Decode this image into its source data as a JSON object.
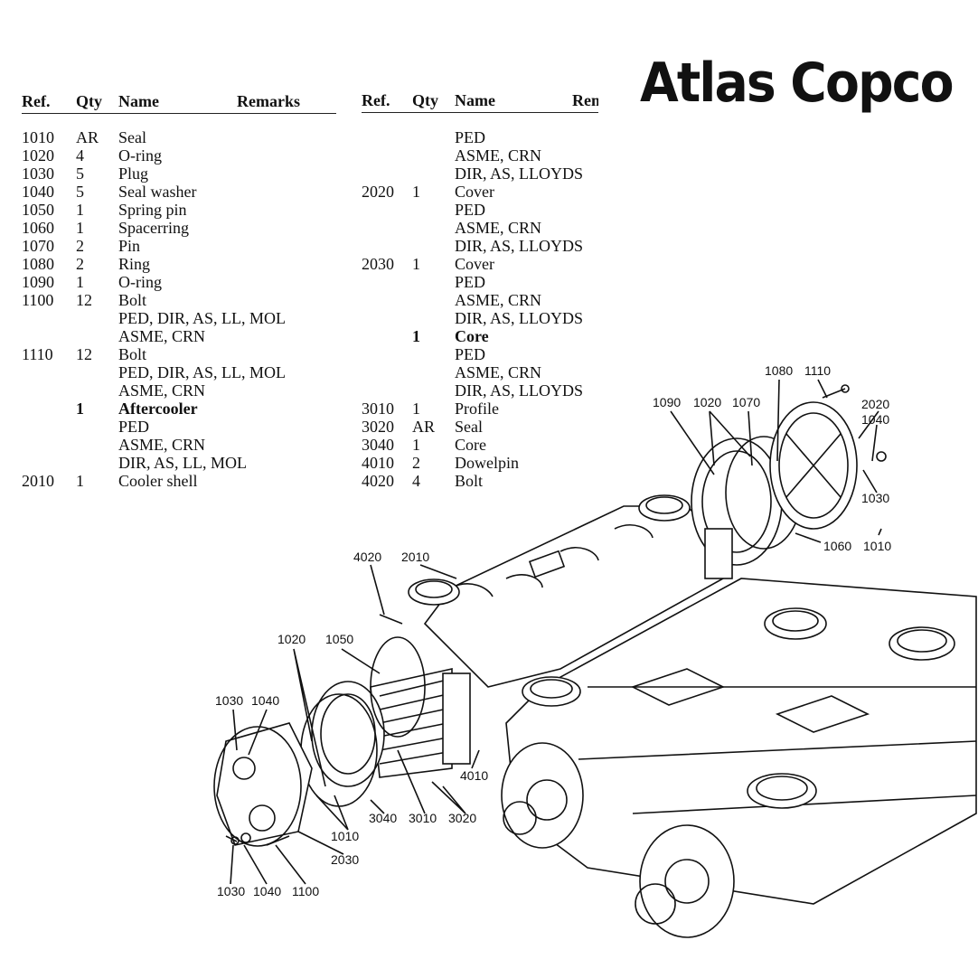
{
  "brand": "Atlas Copco",
  "table_left": {
    "headers": {
      "ref": "Ref.",
      "qty": "Qty",
      "name": "Name",
      "remarks": "Remarks"
    },
    "rows": [
      {
        "ref": "1010",
        "qty": "AR",
        "name": "Seal"
      },
      {
        "ref": "1020",
        "qty": "4",
        "name": "O-ring"
      },
      {
        "ref": "1030",
        "qty": "5",
        "name": "Plug"
      },
      {
        "ref": "1040",
        "qty": "5",
        "name": "Seal washer"
      },
      {
        "ref": "1050",
        "qty": "1",
        "name": "Spring pin"
      },
      {
        "ref": "1060",
        "qty": "1",
        "name": "Spacerring"
      },
      {
        "ref": "1070",
        "qty": "2",
        "name": "Pin"
      },
      {
        "ref": "1080",
        "qty": "2",
        "name": "Ring"
      },
      {
        "ref": "1090",
        "qty": "1",
        "name": "O-ring"
      },
      {
        "ref": "1100",
        "qty": "12",
        "name": "Bolt"
      },
      {
        "ref": "",
        "qty": "",
        "name": "PED, DIR, AS, LL, MOL"
      },
      {
        "ref": "",
        "qty": "",
        "name": "ASME, CRN"
      },
      {
        "ref": "1110",
        "qty": "12",
        "name": "Bolt"
      },
      {
        "ref": "",
        "qty": "",
        "name": "PED, DIR, AS, LL, MOL"
      },
      {
        "ref": "",
        "qty": "",
        "name": "ASME, CRN"
      },
      {
        "ref": "",
        "qty": "1",
        "name": "Aftercooler",
        "bold": true
      },
      {
        "ref": "",
        "qty": "",
        "name": "PED"
      },
      {
        "ref": "",
        "qty": "",
        "name": "ASME, CRN"
      },
      {
        "ref": "",
        "qty": "",
        "name": "DIR, AS, LL, MOL"
      },
      {
        "ref": "2010",
        "qty": "1",
        "name": "Cooler shell"
      }
    ]
  },
  "table_right": {
    "headers": {
      "ref": "Ref.",
      "qty": "Qty",
      "name": "Name",
      "remarks": "Remarks"
    },
    "rows": [
      {
        "ref": "",
        "qty": "",
        "name": "PED"
      },
      {
        "ref": "",
        "qty": "",
        "name": "ASME, CRN"
      },
      {
        "ref": "",
        "qty": "",
        "name": "DIR, AS, LLOYDS"
      },
      {
        "ref": "2020",
        "qty": "1",
        "name": "Cover"
      },
      {
        "ref": "",
        "qty": "",
        "name": "PED"
      },
      {
        "ref": "",
        "qty": "",
        "name": "ASME, CRN"
      },
      {
        "ref": "",
        "qty": "",
        "name": "DIR, AS, LLOYDS"
      },
      {
        "ref": "2030",
        "qty": "1",
        "name": "Cover"
      },
      {
        "ref": "",
        "qty": "",
        "name": "PED"
      },
      {
        "ref": "",
        "qty": "",
        "name": "ASME, CRN"
      },
      {
        "ref": "",
        "qty": "",
        "name": "DIR, AS, LLOYDS"
      },
      {
        "ref": "",
        "qty": "1",
        "name": "Core",
        "bold": true
      },
      {
        "ref": "",
        "qty": "",
        "name": "PED"
      },
      {
        "ref": "",
        "qty": "",
        "name": "ASME, CRN"
      },
      {
        "ref": "",
        "qty": "",
        "name": "DIR, AS, LLOYDS"
      },
      {
        "ref": "3010",
        "qty": "1",
        "name": "Profile"
      },
      {
        "ref": "3020",
        "qty": "AR",
        "name": "Seal"
      },
      {
        "ref": "3040",
        "qty": "1",
        "name": "Core"
      },
      {
        "ref": "4010",
        "qty": "2",
        "name": "Dowelpin"
      },
      {
        "ref": "4020",
        "qty": "4",
        "name": "Bolt"
      }
    ]
  },
  "callouts": [
    "1080",
    "1110",
    "2020",
    "1040",
    "1090",
    "1020",
    "1070",
    "1030",
    "1060",
    "1010",
    "4020",
    "2010",
    "1020",
    "1050",
    "1030",
    "1040",
    "4010",
    "3040",
    "3010",
    "3020",
    "1010",
    "2030",
    "1030",
    "1040",
    "1100"
  ]
}
